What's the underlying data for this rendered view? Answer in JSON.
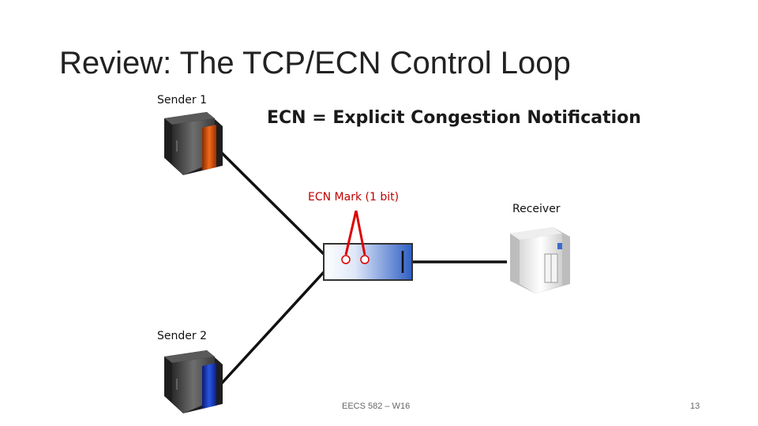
{
  "slide": {
    "title": "Review: The TCP/ECN Control Loop",
    "definition": "ECN = Explicit Congestion Notification",
    "footer": "EECS 582 – W16",
    "page_number": "13"
  },
  "nodes": {
    "sender1": "Sender 1",
    "sender2": "Sender 2",
    "receiver": "Receiver"
  },
  "ecn_mark_label": "ECN Mark (1 bit)",
  "colors": {
    "sender1_accent": "#e05a10",
    "sender2_accent": "#1f3fbf",
    "queue_gradient_end": "#2f5fc4",
    "mark": "#dd0000",
    "link": "#111111"
  }
}
